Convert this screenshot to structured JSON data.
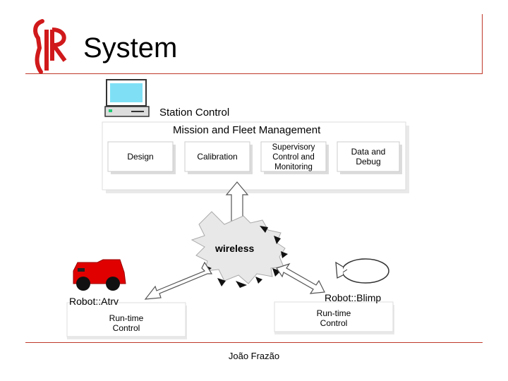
{
  "slide": {
    "title": "System",
    "footer": "João Frazão"
  },
  "diagram": {
    "station_label": "Station Control",
    "mission_label": "Mission and Fleet Management",
    "modules": [
      {
        "label": "Design"
      },
      {
        "label": "Calibration"
      },
      {
        "label": "Supervisory\nControl and\nMonitoring"
      },
      {
        "label": "Data and\nDebug"
      }
    ],
    "network_label": "wireless",
    "robot_atrv": {
      "label": "Robot::Atrv",
      "box": "Run-time\nControl"
    },
    "robot_blimp": {
      "label": "Robot::Blimp",
      "box": "Run-time\nControl"
    }
  },
  "colors": {
    "accent": "#c0392b",
    "robot_body": "#e00000",
    "monitor_screen": "#7fe0f5"
  },
  "icons": [
    "isr-logo",
    "computer-icon",
    "robot-rover-icon",
    "blimp-icon"
  ]
}
